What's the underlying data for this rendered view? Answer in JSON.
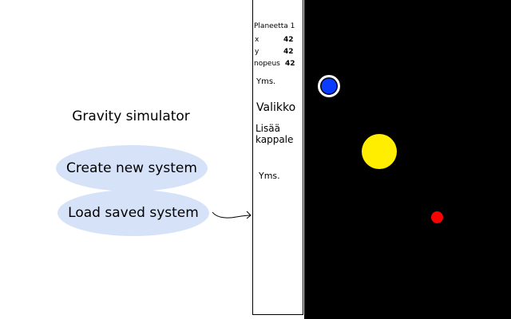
{
  "main_menu": {
    "title": "Gravity simulator",
    "create_label": "Create new system",
    "load_label": "Load saved system"
  },
  "side_panel": {
    "planet_name": "Planeetta 1",
    "stats": [
      {
        "label": "x",
        "value": "42"
      },
      {
        "label": "y",
        "value": "42"
      },
      {
        "label": "nopeus",
        "value": "42"
      }
    ],
    "etc_top": "Yms.",
    "menu_heading": "Valikko",
    "add_body_label": "Lisää kappale",
    "etc_bottom": "Yms."
  },
  "simulation": {
    "background_color": "#000000",
    "bodies": [
      {
        "kind": "planet",
        "color": "#0b3bff",
        "selected": true
      },
      {
        "kind": "sun",
        "color": "#ffee00"
      },
      {
        "kind": "planet",
        "color": "#ff0000"
      }
    ]
  },
  "icons": {
    "connector": "hand-drawn-arrow-icon"
  }
}
